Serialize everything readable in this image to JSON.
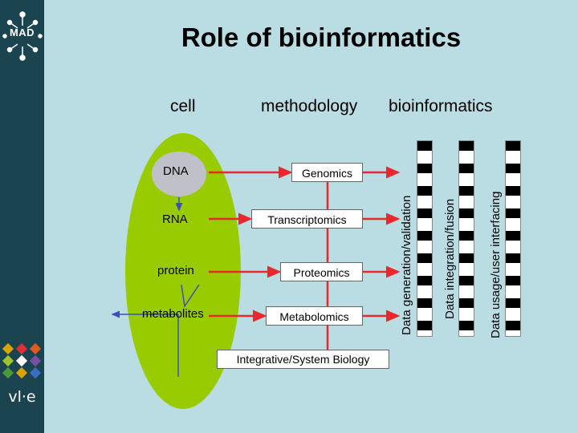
{
  "title": "Role of bioinformatics",
  "headers": {
    "cell": "cell",
    "methodology": "methodology",
    "bioinformatics": "bioinformatics"
  },
  "cell_items": [
    "DNA",
    "RNA",
    "protein",
    "metabolites"
  ],
  "methods": [
    "Genomics",
    "Transcriptomics",
    "Proteomics",
    "Metabolomics"
  ],
  "integrative": "Integrative/System Biology",
  "bio_bars": [
    "Data generation/validation",
    "Data integration/fusion",
    "Data usage/user interfacing"
  ],
  "logos": {
    "top": "MAD",
    "bottom": "vl·e"
  },
  "colors": {
    "background": "#b9dde3",
    "sidebar": "#1a4550",
    "cell": "#99cc00",
    "arrow": "#e8282d",
    "node": "#c0c0c8"
  }
}
